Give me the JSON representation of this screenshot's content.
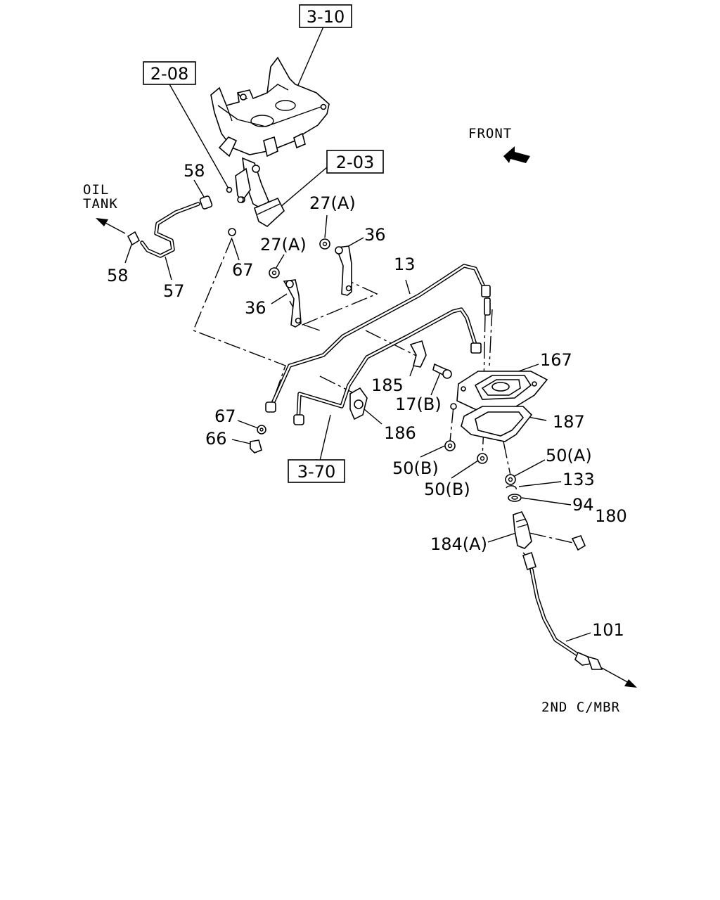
{
  "references": {
    "ref_3_10": "3-10",
    "ref_2_08": "2-08",
    "ref_2_03": "2-03",
    "ref_3_70": "3-70"
  },
  "notes": {
    "front": "FRONT",
    "oil": "OIL",
    "tank": "TANK",
    "second_cmbr": "2ND C/MBR"
  },
  "callouts": {
    "p58_top": "58",
    "p58_left": "58",
    "p57": "57",
    "p67_top": "67",
    "p27a_right": "27(A)",
    "p27a_left": "27(A)",
    "p36_right": "36",
    "p36_left": "36",
    "p13": "13",
    "p167": "167",
    "p185": "185",
    "p17b": "17(B)",
    "p187": "187",
    "p186": "186",
    "p67_bottom": "67",
    "p66": "66",
    "p50a": "50(A)",
    "p50b_upper": "50(B)",
    "p50b_lower": "50(B)",
    "p133": "133",
    "p94": "94",
    "p180": "180",
    "p184a": "184(A)",
    "p101": "101"
  }
}
